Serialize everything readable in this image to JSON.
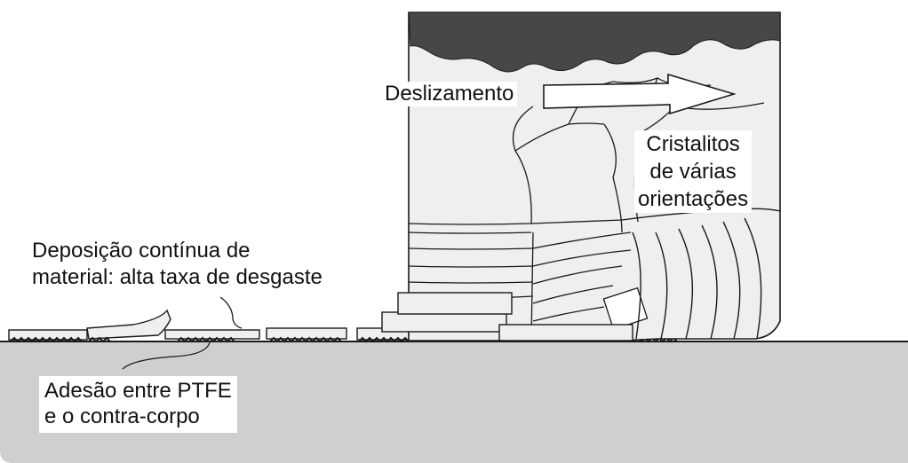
{
  "colors": {
    "substrate": "#cfcfcf",
    "crystallite": "#efefef",
    "dark_edge": "#474747",
    "line": "#1a1a1a"
  },
  "labels": {
    "sliding": "Deslizamento",
    "crystallites": [
      "Cristalitos",
      "de várias",
      "orientações"
    ],
    "deposition": [
      "Deposição contínua de",
      "material: alta taxa de desgaste"
    ],
    "adhesion": [
      "Adesão entre PTFE",
      "e o contra-corpo"
    ]
  }
}
